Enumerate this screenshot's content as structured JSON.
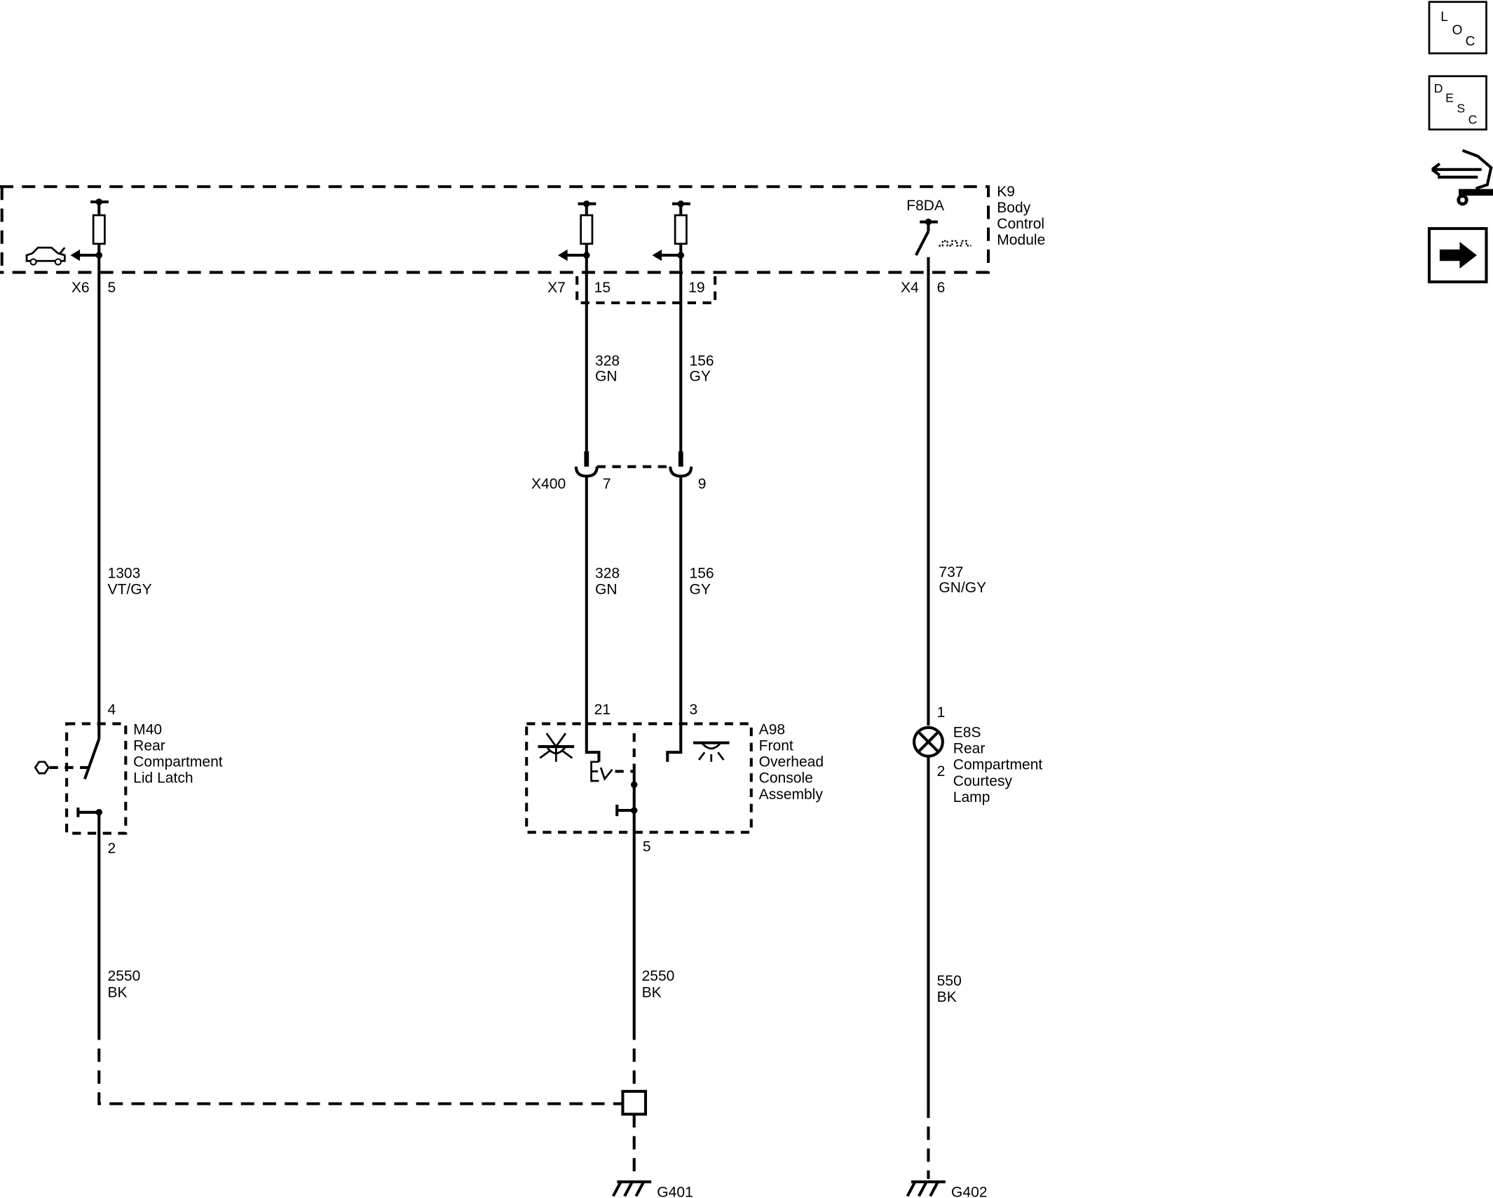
{
  "nav_buttons": {
    "loc": [
      "L",
      "O",
      "C"
    ],
    "desc": [
      "D",
      "E",
      "S",
      "C"
    ]
  },
  "modules": {
    "k9": {
      "ref": "K9",
      "lines": [
        "Body",
        "Control",
        "Module"
      ],
      "fuse_label": "F8DA"
    },
    "m40": {
      "ref": "M40",
      "lines": [
        "Rear",
        "Compartment",
        "Lid Latch"
      ]
    },
    "a98": {
      "ref": "A98",
      "lines": [
        "Front",
        "Overhead",
        "Console",
        "Assembly"
      ]
    },
    "e8s": {
      "ref": "E8S",
      "lines": [
        "Rear",
        "Compartment",
        "Courtesy",
        "Lamp"
      ]
    }
  },
  "connectors": {
    "x6": "X6",
    "x6_pin": "5",
    "x7": "X7",
    "x7_pin_a": "15",
    "x7_pin_b": "19",
    "x4": "X4",
    "x4_pin": "6",
    "x400": "X400",
    "x400_pin_a": "7",
    "x400_pin_b": "9",
    "m40_pin_top": "4",
    "m40_pin_bottom": "2",
    "a98_pin_a": "21",
    "a98_pin_b": "3",
    "a98_pin_bottom": "5",
    "e8s_pin_top": "1",
    "e8s_pin_bottom": "2"
  },
  "wires": {
    "w1303": {
      "circuit": "1303",
      "color": "VT/GY"
    },
    "w328_top": {
      "circuit": "328",
      "color": "GN"
    },
    "w156_top": {
      "circuit": "156",
      "color": "GY"
    },
    "w328_bot": {
      "circuit": "328",
      "color": "GN"
    },
    "w156_bot": {
      "circuit": "156",
      "color": "GY"
    },
    "w737": {
      "circuit": "737",
      "color": "GN/GY"
    },
    "w2550_left": {
      "circuit": "2550",
      "color": "BK"
    },
    "w2550_mid": {
      "circuit": "2550",
      "color": "BK"
    },
    "w550": {
      "circuit": "550",
      "color": "BK"
    }
  },
  "grounds": {
    "g401": "G401",
    "g402": "G402"
  }
}
